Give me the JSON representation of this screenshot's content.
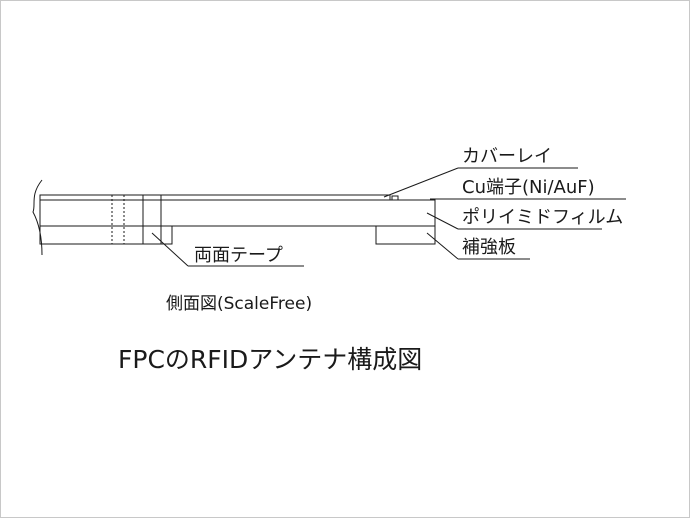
{
  "layers": {
    "coverlay": "カバーレイ",
    "terminal": "Cu端子(Ni/AuF)",
    "polyimide": "ポリイミドフィルム",
    "stiffener": "補強板"
  },
  "tape_label": "両面テープ",
  "view_label": "側面図(ScaleFree)",
  "title": "FPCのRFIDアンテナ構成図",
  "colors": {
    "line": "#1a1a1a",
    "frame": "#c8c8c8"
  }
}
